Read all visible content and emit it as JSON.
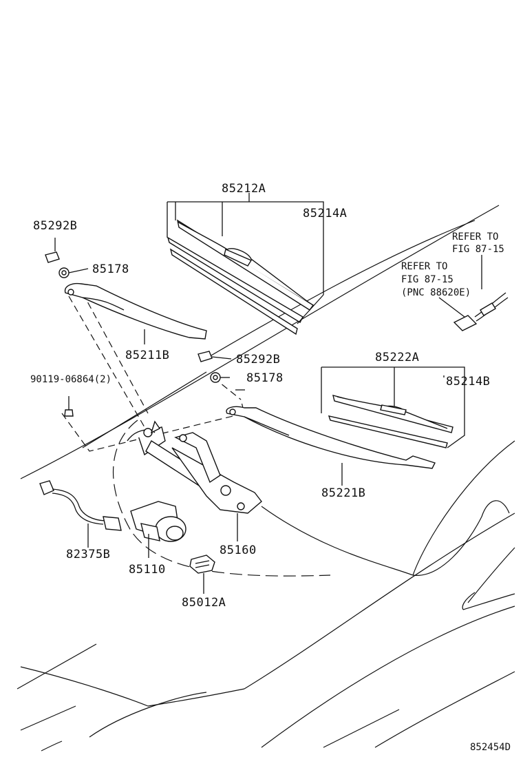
{
  "diagram": {
    "part_labels": {
      "p85212A": "85212A",
      "p85214A": "85214A",
      "p85292B_top": "85292B",
      "p85178_top": "85178",
      "p85211B": "85211B",
      "p85292B_mid": "85292B",
      "p85178_mid": "85178",
      "p90119": "90119-06864(2)",
      "p85222A": "85222A",
      "p85214B": "85214B",
      "p85221B": "85221B",
      "p82375B": "82375B",
      "p85110": "85110",
      "p85160": "85160",
      "p85012A": "85012A"
    },
    "refer_upper": {
      "line1": "REFER TO",
      "line2": "FIG 87-15"
    },
    "refer_lower": {
      "line1": "REFER TO",
      "line2": "FIG 87-15",
      "line3": "(PNC 88620E)"
    },
    "figure_code": "852454D"
  }
}
